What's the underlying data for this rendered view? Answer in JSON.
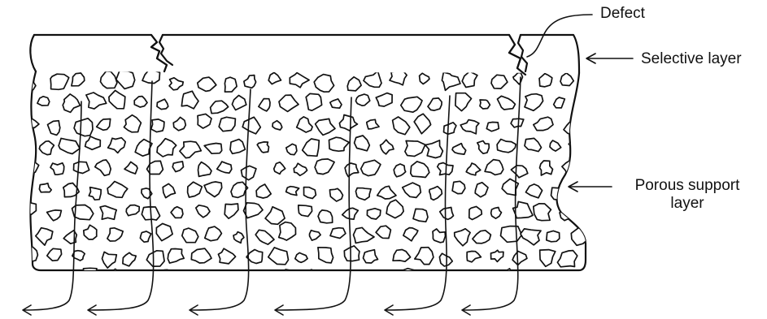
{
  "labels": {
    "defect": "Defect",
    "selective_layer": "Selective layer",
    "porous_support_line1": "Porous support",
    "porous_support_line2": "layer"
  },
  "colors": {
    "ink": "#111111",
    "background": "#ffffff"
  },
  "permeate_flow_paths": 6
}
